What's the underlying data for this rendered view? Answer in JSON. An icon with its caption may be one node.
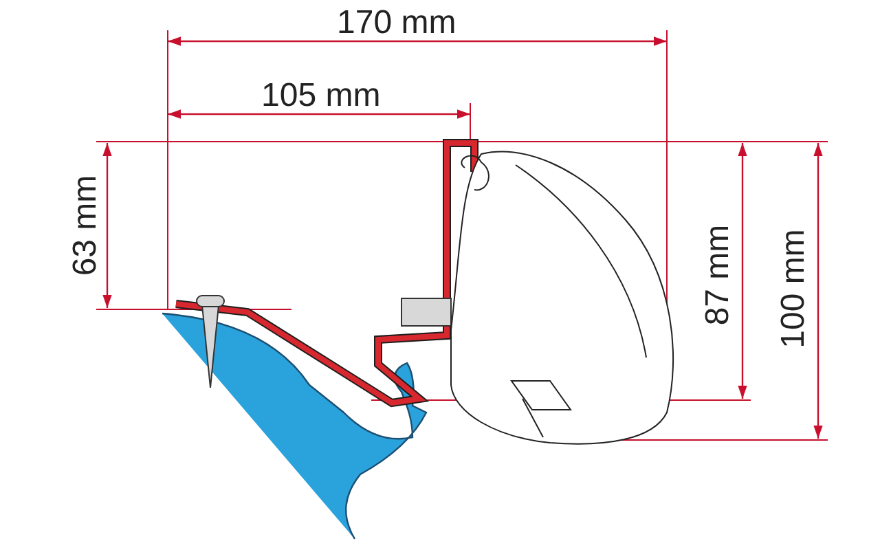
{
  "diagram": {
    "labels": [
      "170 mm",
      "105 mm",
      "63 mm",
      "87 mm",
      "100 mm"
    ]
  }
}
